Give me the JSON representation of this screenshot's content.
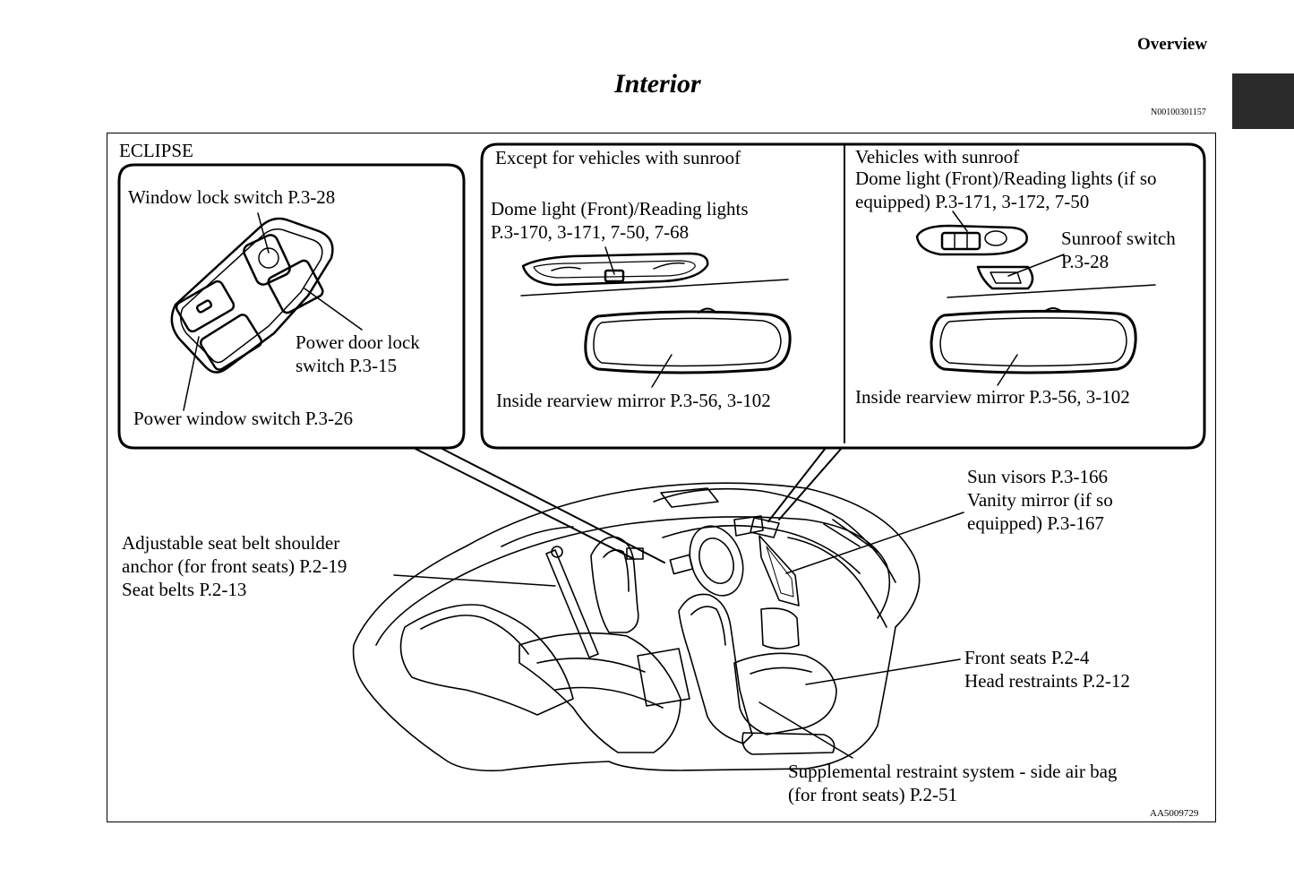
{
  "header": {
    "section": "Overview",
    "title": "Interior",
    "doc_code": "N00100301157"
  },
  "figure": {
    "model": "ECLIPSE",
    "figure_code": "AA5009729",
    "left_panel": {
      "window_lock": "Window lock switch P.3-28",
      "door_lock_1": "Power door lock",
      "door_lock_2": "switch P.3-15",
      "power_window": "Power window switch P.3-26"
    },
    "mid_panel": {
      "heading": "Except for vehicles with sunroof",
      "dome_1": "Dome light (Front)/Reading lights",
      "dome_2": "P.3-170, 3-171, 7-50, 7-68",
      "mirror": "Inside rearview mirror P.3-56, 3-102"
    },
    "right_panel": {
      "heading": "Vehicles with sunroof",
      "dome_1": "Dome light (Front)/Reading lights (if so",
      "dome_2": "equipped) P.3-171, 3-172, 7-50",
      "sunroof_1": "Sunroof switch",
      "sunroof_2": "P.3-28",
      "mirror": "Inside rearview mirror P.3-56, 3-102"
    },
    "callouts": {
      "sun_visor_1": "Sun visors P.3-166",
      "sun_visor_2": "Vanity mirror (if so",
      "sun_visor_3": "equipped) P.3-167",
      "belt_1": "Adjustable seat belt shoulder",
      "belt_2": "anchor (for front seats) P.2-19",
      "belt_3": "Seat belts P.2-13",
      "seats_1": "Front seats P.2-4",
      "seats_2": "Head restraints P.2-12",
      "srs_1": "Supplemental restraint system - side air bag",
      "srs_2": "(for front seats) P.2-51"
    }
  }
}
